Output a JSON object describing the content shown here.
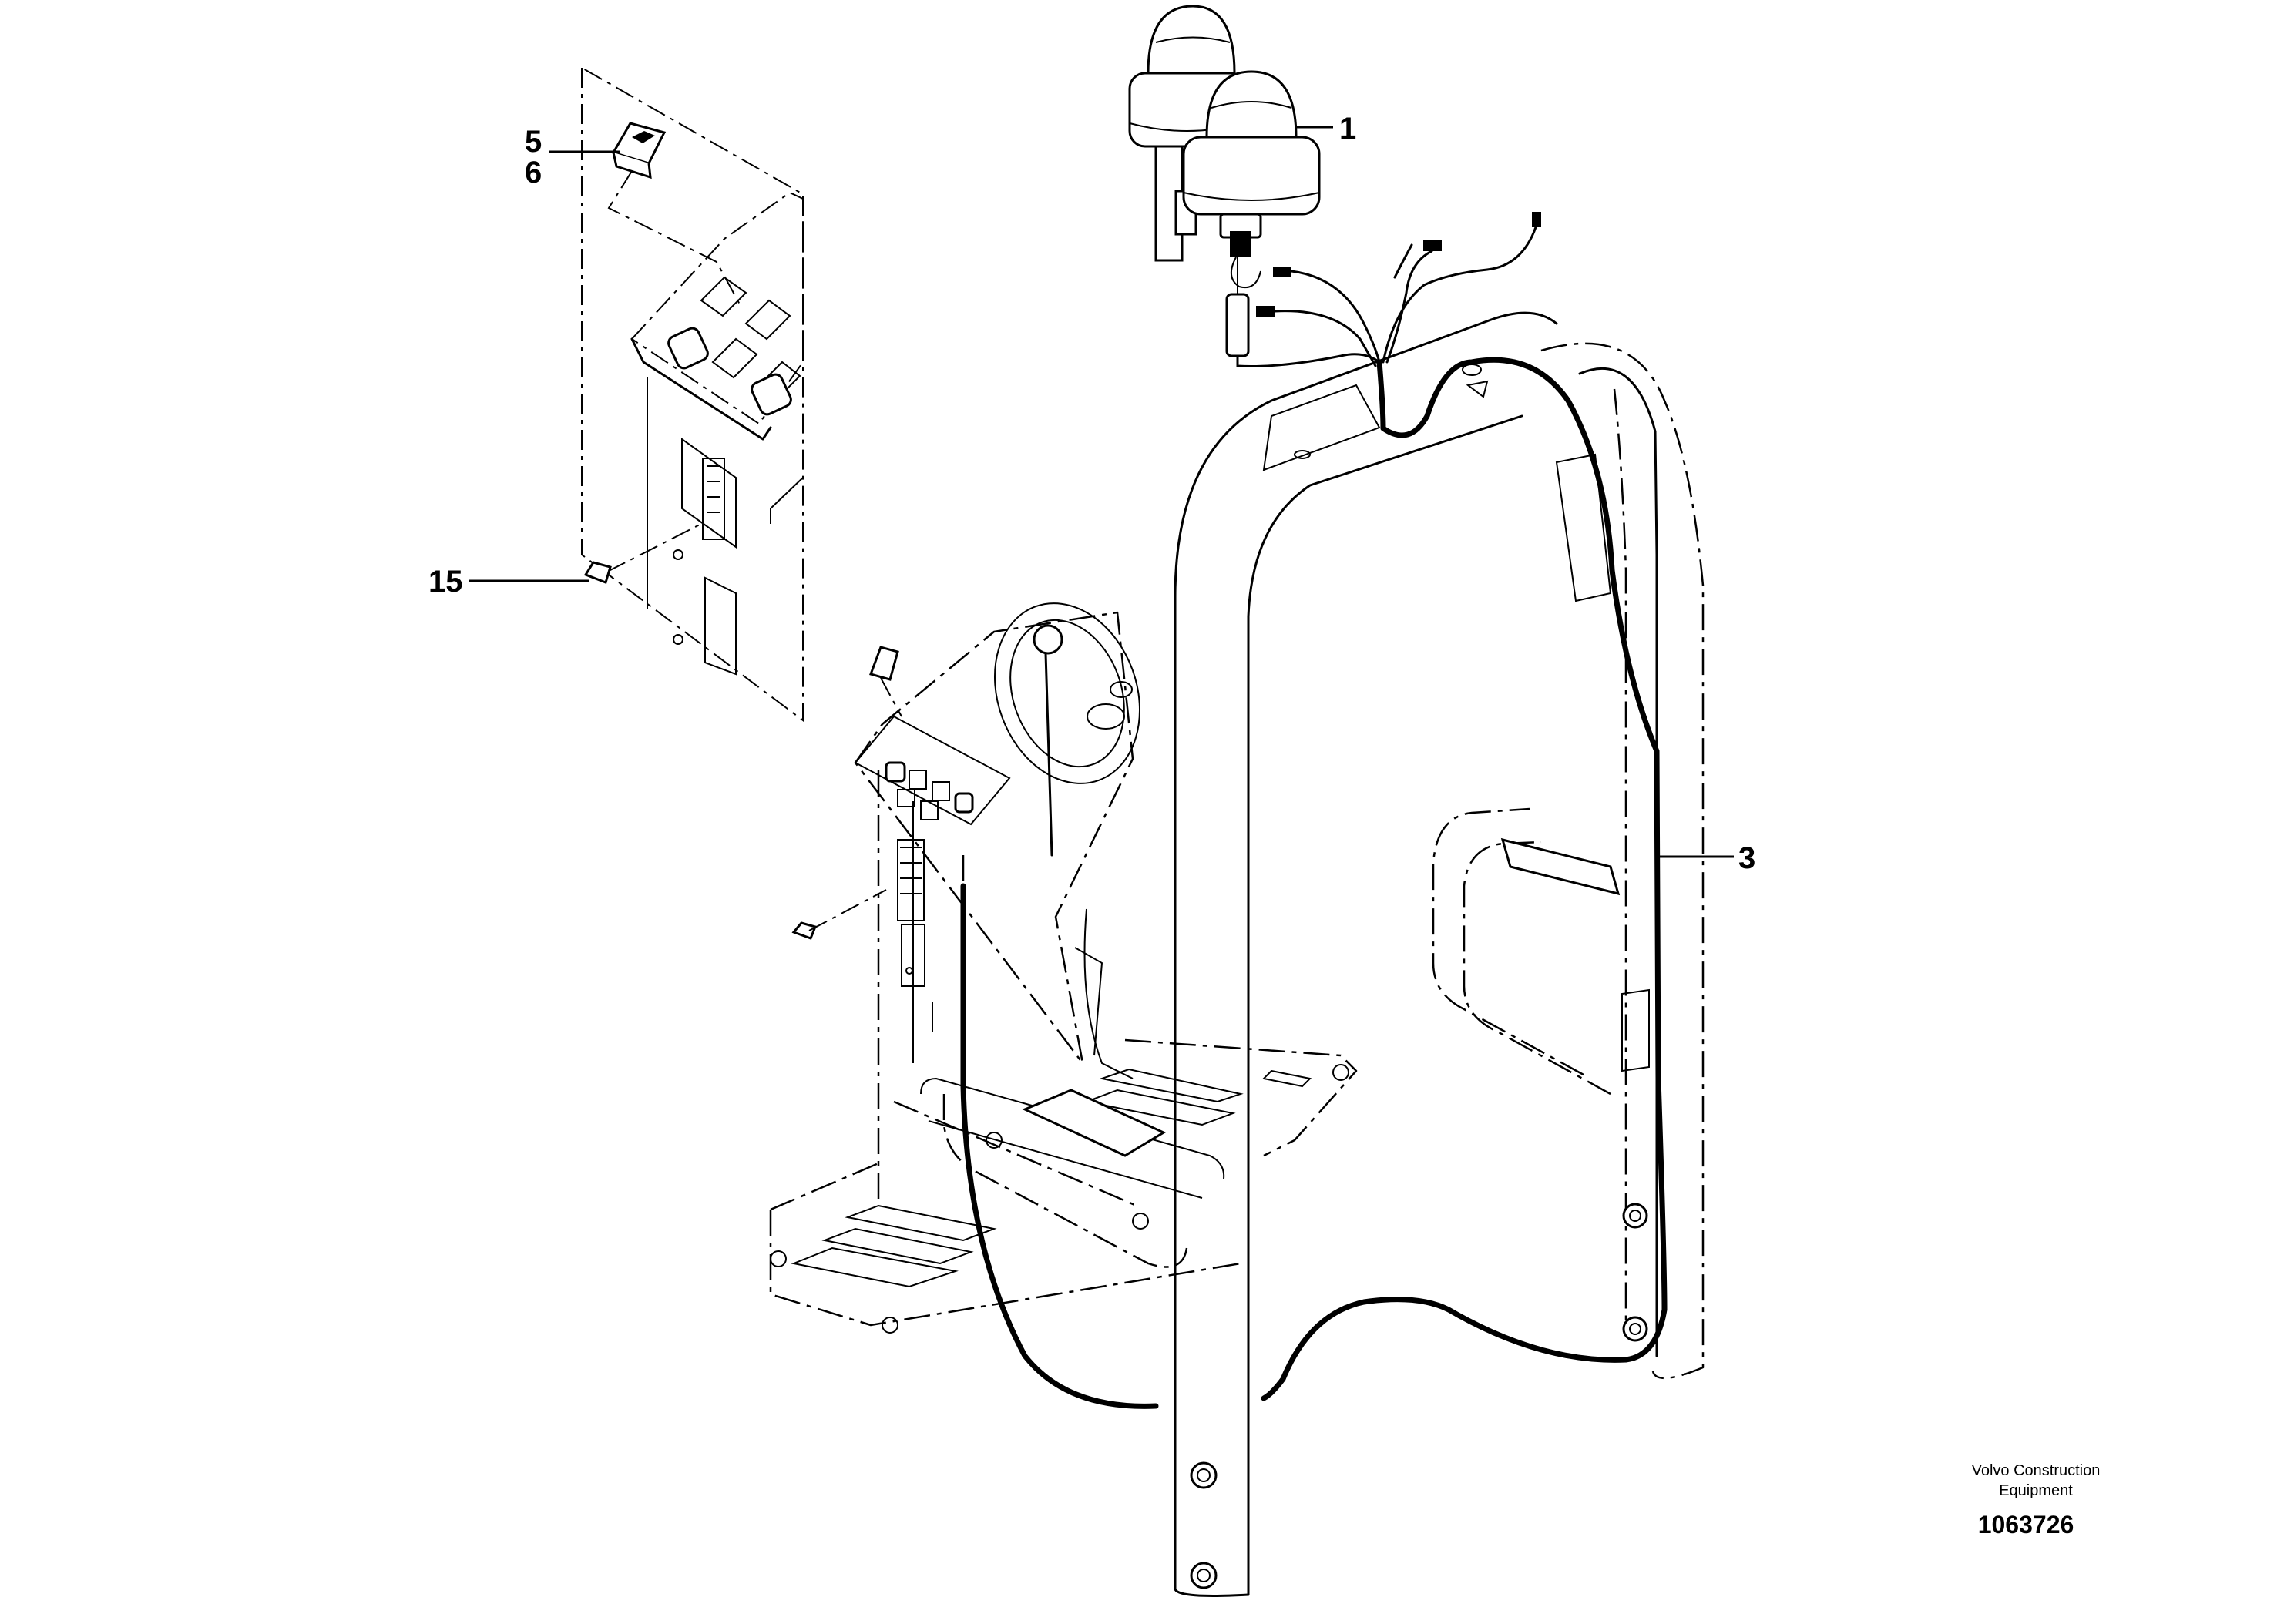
{
  "callouts": [
    {
      "id": "c1",
      "label": "1"
    },
    {
      "id": "c3",
      "label": "3"
    },
    {
      "id": "c5",
      "label": "5"
    },
    {
      "id": "c6",
      "label": "6"
    },
    {
      "id": "c15",
      "label": "15"
    }
  ],
  "credit": {
    "line1": "Volvo Construction",
    "line2": "Equipment",
    "doc_number": "1063726"
  },
  "colors": {
    "ink": "#000000",
    "paper": "#ffffff"
  }
}
